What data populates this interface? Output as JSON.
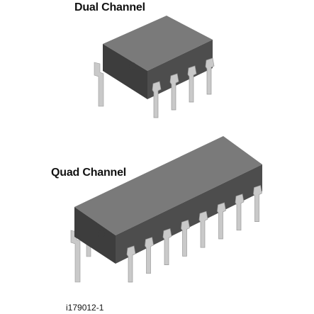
{
  "labels": {
    "dual": "Dual Channel",
    "quad": "Quad Channel",
    "figure_id": "i179012-1"
  },
  "colors": {
    "body_top": "#7a7a7a",
    "body_front": "#4d4d4d",
    "body_side": "#3d3d3d",
    "pin": "#c9c9c9",
    "pin_shade": "#9a9a9a",
    "background": "#ffffff"
  }
}
